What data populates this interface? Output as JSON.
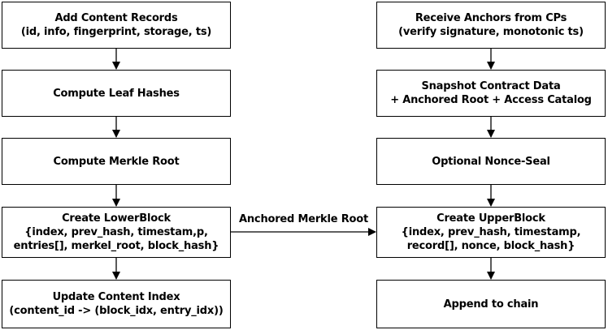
{
  "left_column": {
    "add_records": {
      "line1": "Add Content Records",
      "line2": "(id, info, fingerprint, storage, ts)"
    },
    "leaf_hashes": {
      "line1": "Compute Leaf Hashes"
    },
    "merkle_root": {
      "line1": "Compute Merkle Root"
    },
    "lower_block": {
      "line1": "Create LowerBlock",
      "line2": "{index, prev_hash, timestam,p,",
      "line3": "entries[], merkel_root, block_hash}"
    },
    "content_index": {
      "line1": "Update Content Index",
      "line2": "(content_id -> (block_idx, entry_idx))"
    }
  },
  "right_column": {
    "receive_anchors": {
      "line1": "Receive Anchors from CPs",
      "line2": "(verify signature, monotonic ts)"
    },
    "snapshot": {
      "line1": "Snapshot Contract Data",
      "line2": "+ Anchored Root + Access Catalog"
    },
    "nonce_seal": {
      "line1": "Optional Nonce-Seal"
    },
    "upper_block": {
      "line1": "Create UpperBlock",
      "line2": "{index, prev_hash, timestamp,",
      "line3": "record[], nonce, block_hash}"
    },
    "append": {
      "line1": "Append to chain"
    }
  },
  "edges": {
    "anchor_label": "Anchored Merkle Root"
  }
}
